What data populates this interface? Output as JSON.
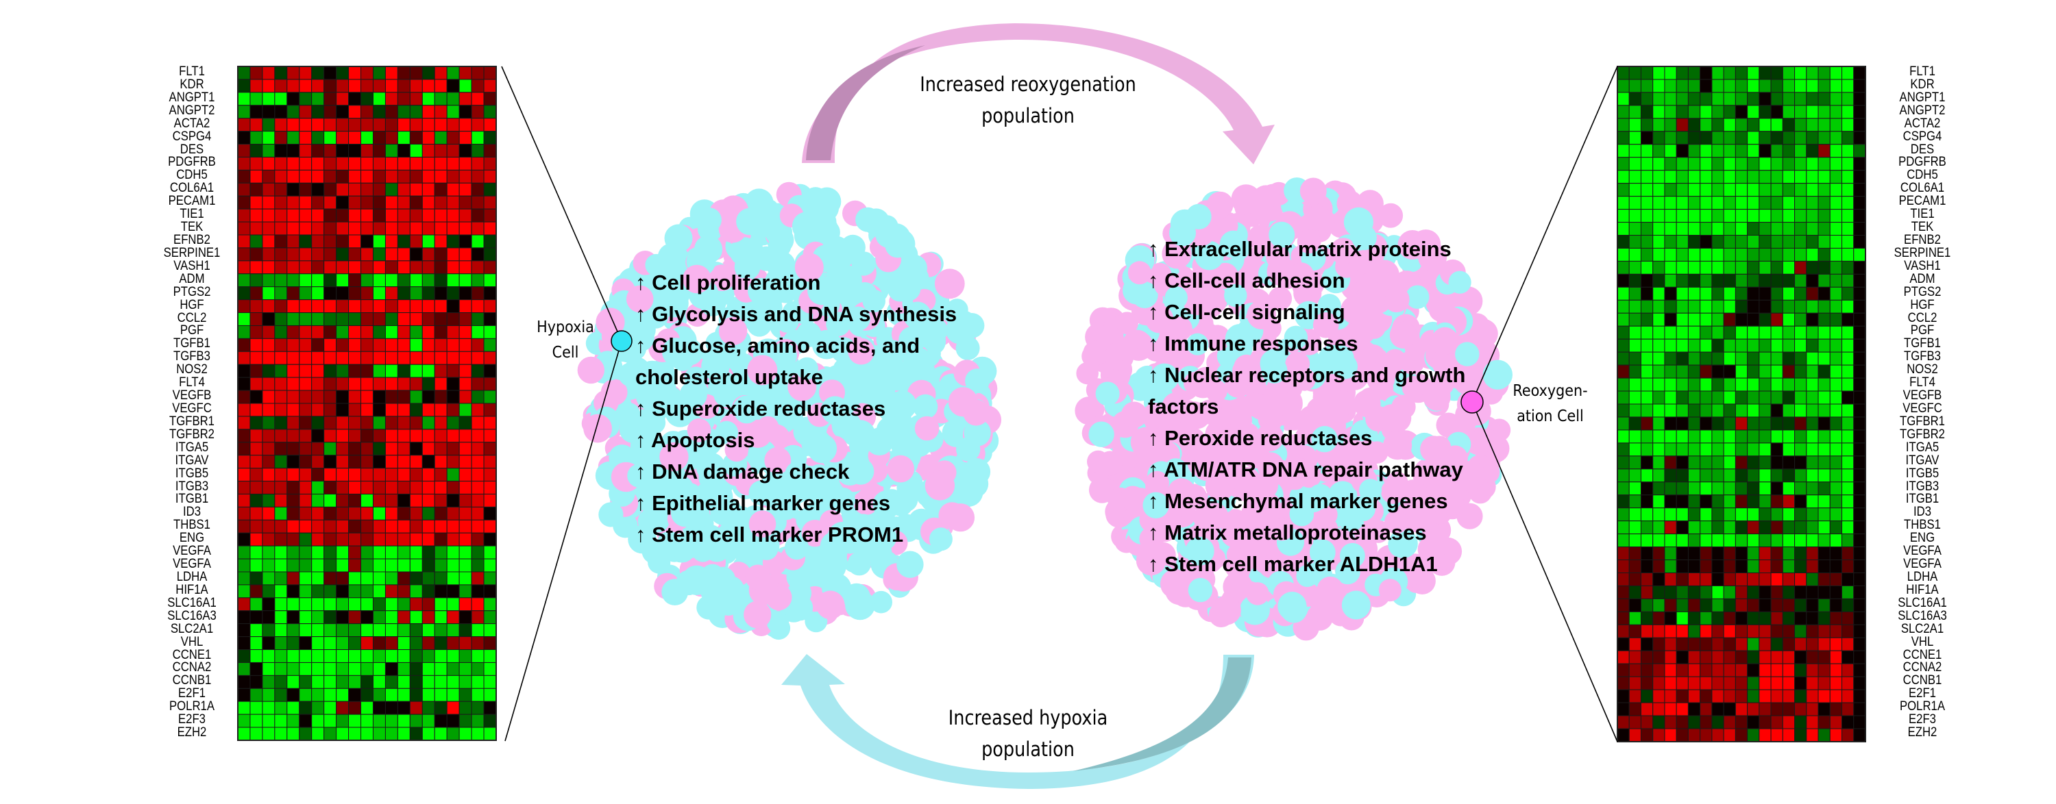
{
  "genes": [
    "FLT1",
    "KDR",
    "ANGPT1",
    "ANGPT2",
    "ACTA2",
    "CSPG4",
    "DES",
    "PDGFRB",
    "CDH5",
    "COL6A1",
    "PECAM1",
    "TIE1",
    "TEK",
    "EFNB2",
    "SERPINE1",
    "VASH1",
    "ADM",
    "PTGS2",
    "HGF",
    "CCL2",
    "PGF",
    "TGFB1",
    "TGFB3",
    "NOS2",
    "FLT4",
    "VEGFB",
    "VEGFC",
    "TGFBR1",
    "TGFBR2",
    "ITGA5",
    "ITGAV",
    "ITGB5",
    "ITGB3",
    "ITGB1",
    "ID3",
    "THBS1",
    "ENG",
    "VEGFA",
    "VEGFA",
    "LDHA",
    "HIF1A",
    "SLC16A1",
    "SLC16A3",
    "SLC2A1",
    "VHL",
    "CCNE1",
    "CCNA2",
    "CCNB1",
    "E2F1",
    "POLR1A",
    "E2F3",
    "EZH2"
  ],
  "heatmap_legend": {
    "scale_note": "A-E = red (low→high intensity), 0 = black, a-e = green (low→high intensity)",
    "red": "#ff0000",
    "black": "#000000",
    "green": "#00ff00"
  },
  "heatmaps": {
    "hypoxia": {
      "name": "Hypoxia cell expression heatmap",
      "rows": [
        "bBDaCDa0aECbEAAaDcCBB",
        "aDECDEDACECCEBDEE0eBD",
        "edee0bcAD0aeDBCeccDEA",
        "c000bCaA0EBaAbbEDd0Bb",
        "CDbDEEEDCCCCBEDEEDEDE",
        "0ceBcEbeDEeABeAEcBEea",
        "Bac00DAB00CAc0eDCC0bA",
        "CDEDEEECDEEDEEEEEEEDC",
        "AEBDEEEBAEEBDCBEECDCD",
        "BACB0A0ADDCBbDEEAEEAa",
        "AEECDEBD0CBAEDAECDBBC",
        "CEEDEEEAAEEAEDCEEEDAB",
        "CDDDEEDBDEDCEDEDEEEDE",
        "DbEACaCBAE0eEaCeEa0ea",
        "BACBCDCBaBDbEE0CAEE0a",
        "DEECDDBDDECEBECCAEECB",
        "cbccceeaeAceebecaeece",
        "aAecAce00ABeDaca0a0A0",
        "BCDBEEEECEDECEEEE0EED",
        "eB0bcccbbbBBbEEBAABb",
        "cBCbBDDAcEDbeDcEADEee",
        "AEECDDAEBECDEEeEDEECc",
        "DEEEEEEEEEDEEEEEEEEED",
        "0AabEEEabAAdeaeeCBEa0",
        "0DDDEEDBCEEDEDCaE0EBB",
        "A0EDDCCB0DE0AAc0A0Dbc",
        "DEEDECDB0CE0EEaEEBdDB",
        "DabaCAaBDCBcBCBcDbaEE",
        "ADCCCC0DECABEEEEDEEEE",
        "ADCAABBcCABaED0ECBEDB",
        "DDBb0AC0DAB0EEE0ECEED",
        "ECEDEDAEEEDDDECECcEED",
        "CCCCADdACEDCDCDEEBEEE",
        "DabDADdeBAeCC0EEC0CDE",
        "CDEdACDABCDeEACbACDD0",
        "BCCCEEDCDABDEECEEEEEE",
        "0ECBBbDBCCBDDDEEADEB0",
        "cedeccebeBceedeaceebe",
        "cedeccebeBceeeeaceebe",
        "cadcBeeAAeeedAabbeeCc",
        "dAbe0dbb0cceCBda00c00",
        "Cd0eeeeedeebecCBeeEEd",
        "000e0eda0B0ceCeCeD0Cc",
        "0ebeceedcceeedbecdaee",
        "0e0cb0eedbDABebBaBCBA",
        "aeedeeeeeeedeebceecee",
        "c0eddeeedede0daeecdce",
        "00cbebeecdaebeaeeedee",
        "0cdb0ddee0aceeaeeebee",
        "eeedeaceBAe000CbaEbb",
        "deeed0eeceedde cd00bca",
        "eeeeebeceeeddeaeeceee"
      ]
    },
    "reoxygenation": {
      "name": "Reoxygenation cell expression heatmap",
      "rows": [
        "bbbeebb0dcbeaadedcee",
        "cccedcc0ddcecbdeecee",
        "eabddcbbddcb0bccbbdd",
        "cdaedbcecb0ea0ddedde",
        "cebdcBadbecbeeacddde",
        "be0bcbaaccbebabcbcdb",
        "eeece0ceddce0cbdaBeeb",
        "ceeecddecedcedcdedee",
        "eeeeedeededdddeeeede",
        "ceeecdeedeeeddcdedee",
        "eeeeeedeedeecceddcee",
        "eeeeeeeedeeeededdcee",
        "edceeeedeodebcddcdcee",
        "accecda0bccdbcccbdee",
        "eeceedeeeddcccddebeee",
        "cdeceeeeeddbdbeBaacb",
        "0a0adbacaacbaaac0ccc",
        "ec0e0eeebeb00beb A0db",
        "ddcdbddedea00bccdcde",
        "dcbe0eeedA00aBec0bb0",
        "beeeeeecdbeeeededeee",
        "beeeeedeadddcedebdde",
        "bbeebacbbedbddabeede",
        "AbedccbA00ebdeAbdaee",
        "ceeeedcebdeeceddedee",
        "ceeceдbcccebcccaddee",
        "bddeedbcdbdec0dedde e",
        "caAd00b0abCbbaaAb0bd",
        "eedeeededecccee cedee",
        "bededddedecde0edeeee",
        "bc0dA0ccceAab000ccce",
        "cdedaadccdabebaceede",
        "ce0bbbdeddbae0eccbde",
        "ac0e00b0bdAacACO0eece",
        "ceeeeebebdeebcebcdde",
        "decdC0ddbdaBaAbbcebe",
        "deeeeeceeedecdeeedec",
        "BA0Ac00A0A0cCAcaB00A",
        "BA0Ac00A0A0cCAcaB00A",
        "BAB0CACC0BCCCECDbAA0",
        "AaBaabab ecBa0Aa0000c",
        "A0bcAbAacaBA0AAa0b0a",
        "AdaA0eacaA0aaBa00aAA",
        "BADDEEbEBEBCCAAbABBA",
        "0D0ACAAABACcCaACBDED",
        "DCAAD0CBCBAaDDD0AAE0",
        "ABABEBDBCCC0EEEaCBEC",
        "ACACEDDDCCBbEEE0DCED",
        "0CaDDADADCBbEDDaDEED",
        "0ADDEE0B00DCBAABC0AB",
        "BBBaBAaAaBA0ABDaDAC0",
        "0DACEABBCDAbEEEaEbEB"
      ]
    }
  },
  "top_arrow": {
    "label_line1": "Increased reoxygenation",
    "label_line2": "population",
    "color": "#ecb0e0",
    "shade": "#bf8bb7"
  },
  "bottom_arrow": {
    "label_line1": "Increased hypoxia",
    "label_line2": "population",
    "color": "#a8e8f0",
    "shade": "#88bfc5"
  },
  "hypoxia_sphere": {
    "cell_label_line1": "Hypoxia",
    "cell_label_line2": "Cell",
    "dot_color": "#33e5f5",
    "dominant_color": "#9ef3f7",
    "minor_color": "#f9b3ee",
    "features": [
      "↑ Cell proliferation",
      "↑ Glycolysis and DNA synthesis",
      "↑ Glucose, amino acids, and",
      "cholesterol uptake",
      "↑ Superoxide reductases",
      "↑ Apoptosis",
      "↑ DNA damage check",
      "↑ Epithelial marker genes",
      "↑ Stem cell marker PROM1"
    ]
  },
  "reoxygenation_sphere": {
    "cell_label_line1": "Reoxygen-",
    "cell_label_line2": "ation Cell",
    "dot_color": "#ff66ee",
    "dominant_color": "#f9b3ee",
    "minor_color": "#9ef3f7",
    "features": [
      "↑ Extracellular matrix proteins",
      "↑ Cell-cell adhesion",
      "↑ Cell-cell signaling",
      "↑ Immune responses",
      "↑ Nuclear receptors and growth",
      "factors",
      "↑ Peroxide reductases",
      "↑ ATM/ATR DNA repair pathway",
      "↑ Mesenchymal marker genes",
      "↑ Matrix metalloproteinases",
      "↑ Stem cell marker ALDH1A1"
    ]
  }
}
